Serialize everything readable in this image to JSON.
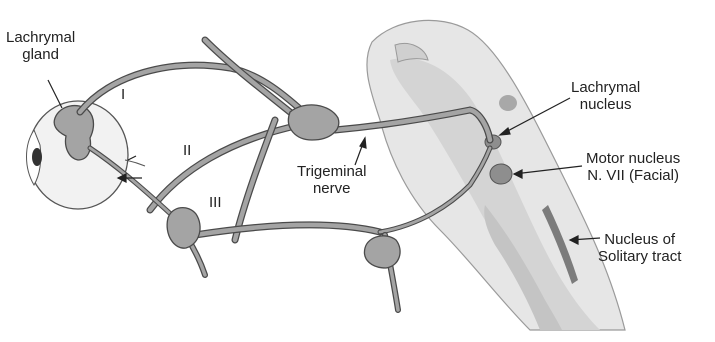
{
  "labels": {
    "lachrymal_gland": [
      "Lachrymal",
      "gland"
    ],
    "lachrymal_nucleus": [
      "Lachrymal",
      "nucleus"
    ],
    "motor_nucleus": [
      "Motor nucleus",
      "N. VII  (Facial)"
    ],
    "nucleus_solitary": [
      "Nucleus of",
      "Solitary tract"
    ],
    "trigeminal_nerve": [
      "Trigeminal",
      "nerve"
    ],
    "roman_1": "I",
    "roman_2": "II",
    "roman_3": "III"
  },
  "colors": {
    "nerve_fill": "#a4a4a4",
    "nerve_stroke": "#4a4a4a",
    "brainstem_light": "#e4e4e4",
    "brainstem_mid": "#c9c9c9",
    "nucleus_fill": "#8e8e8e",
    "eye_fill": "#f2f2f2",
    "text": "#222222"
  }
}
